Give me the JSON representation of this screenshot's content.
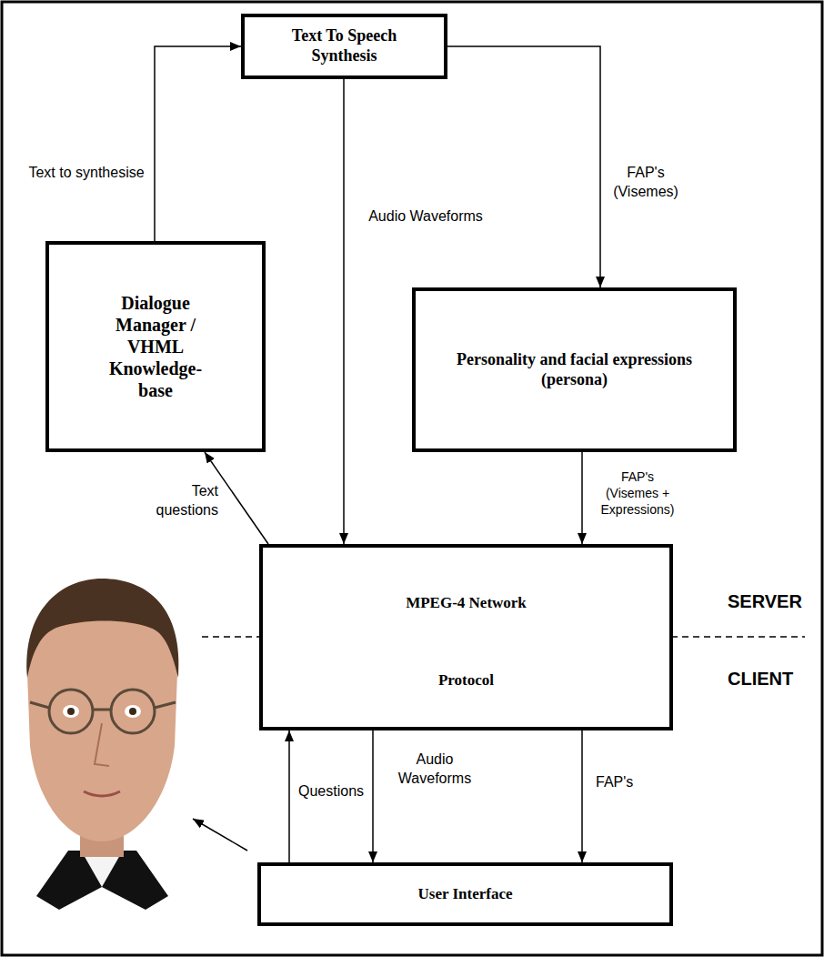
{
  "diagram": {
    "nodes": [
      {
        "text": [
          "Text To Speech Synthesis"
        ]
      },
      {
        "text": [
          "Dialogue Manager / VHML Knowledge-base"
        ]
      },
      {
        "text": [
          "Personality and facial expressions (persona)"
        ]
      },
      {
        "text": [
          "MPEG-4 Network",
          "Protocol"
        ]
      },
      {
        "text": [
          "User Interface"
        ]
      }
    ],
    "edges": [
      {
        "from": 1,
        "to": 0,
        "label": "Text to synthesise",
        "arrow": "to"
      },
      {
        "from": 0,
        "to": 3,
        "label": "Audio Waveforms",
        "arrow": "to"
      },
      {
        "from": 0,
        "to": 2,
        "label": "FAP's (Visemes)",
        "arrow": "to"
      },
      {
        "from": 2,
        "to": 3,
        "label": "FAP's (Visemes + Expressions)",
        "arrow": "to"
      },
      {
        "from": 3,
        "to": 1,
        "label": "Text questions",
        "arrow": "to"
      },
      {
        "from": 4,
        "to": 3,
        "label": "Questions",
        "arrow": "to"
      },
      {
        "from": 3,
        "to": 4,
        "label": "Audio Waveforms",
        "arrow": "to"
      },
      {
        "from": 3,
        "to": 4,
        "label": "FAP's",
        "arrow": "to"
      }
    ],
    "labels": [
      "SERVER",
      "CLIENT"
    ]
  }
}
